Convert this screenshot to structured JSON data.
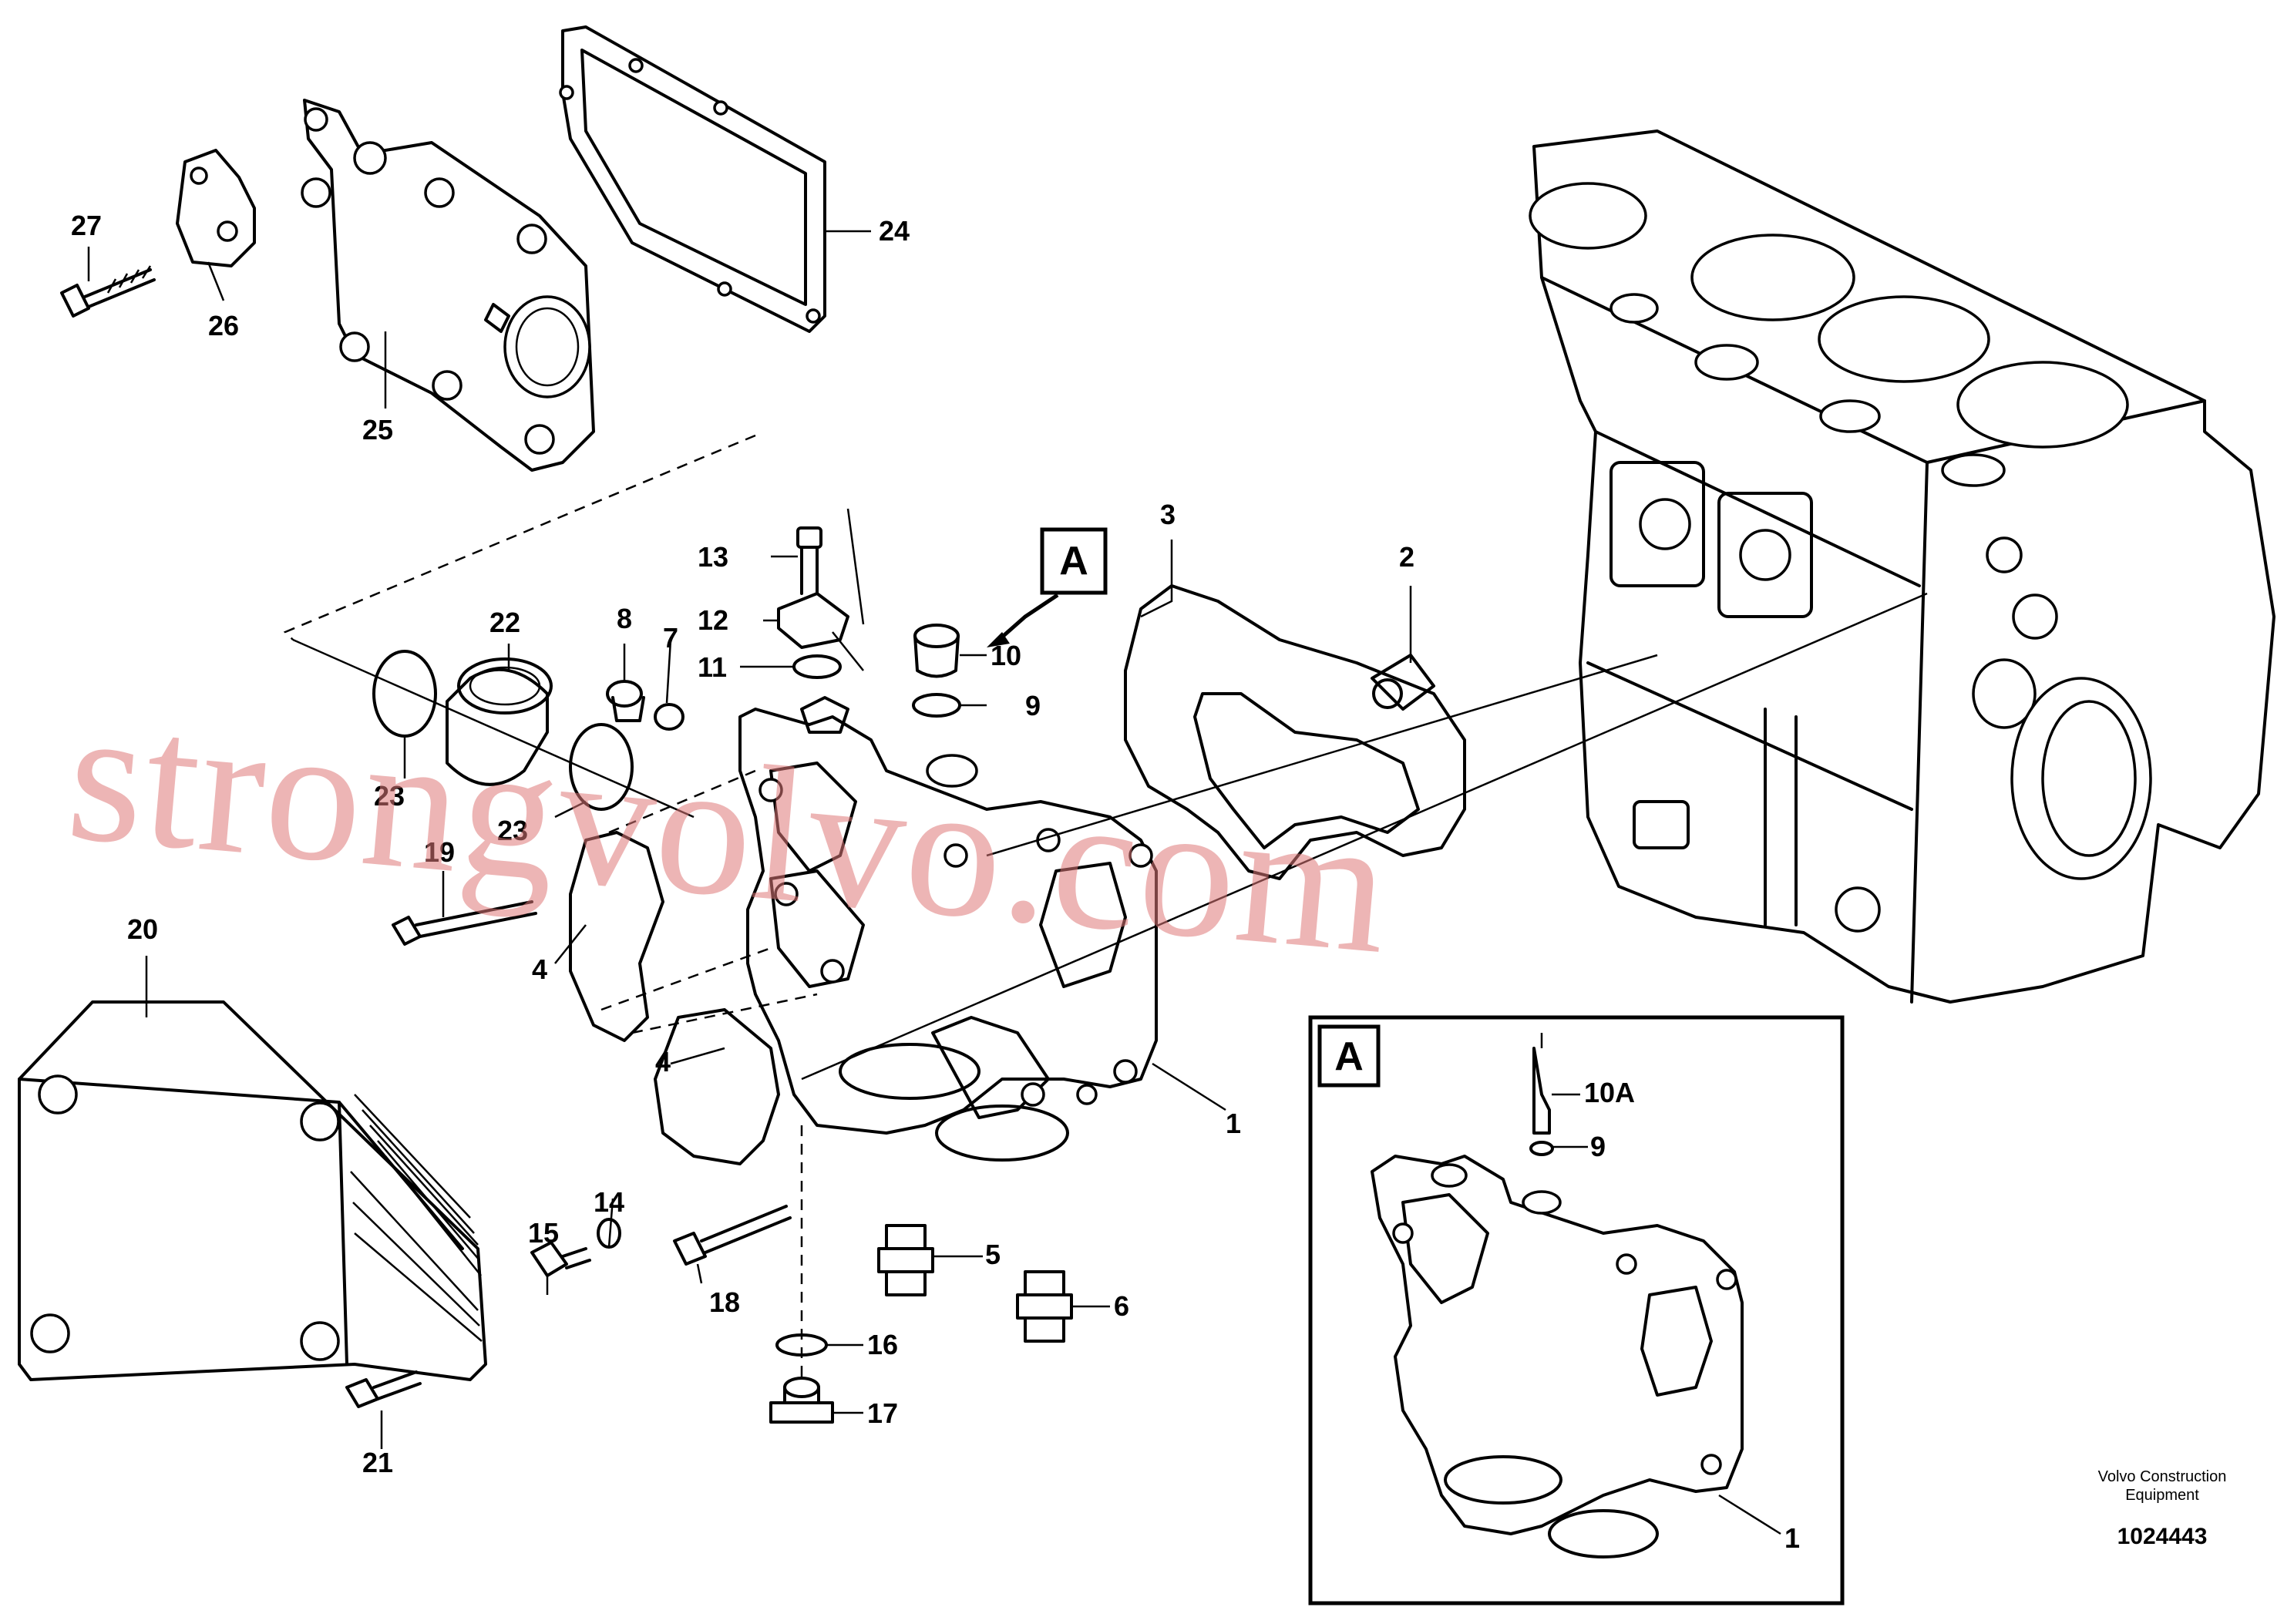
{
  "diagram": {
    "labels": {
      "p1": "1",
      "p2": "2",
      "p3": "3",
      "p4a": "4",
      "p4b": "4",
      "p5": "5",
      "p6": "6",
      "p7": "7",
      "p8": "8",
      "p9": "9",
      "p10": "10",
      "p11": "11",
      "p12": "12",
      "p13": "13",
      "p14": "14",
      "p15": "15",
      "p16": "16",
      "p17": "17",
      "p18": "18",
      "p19": "19",
      "p20": "20",
      "p21": "21",
      "p22": "22",
      "p23a": "23",
      "p23b": "23",
      "p24": "24",
      "p25": "25",
      "p26": "26",
      "p27": "27"
    },
    "callout_tag": "A",
    "detail": {
      "tag": "A",
      "label_10a": "10A",
      "label_9": "9",
      "label_1": "1"
    },
    "watermark": "strongvolvo.com",
    "credit_line1": "Volvo Construction",
    "credit_line2": "Equipment",
    "drawing_number": "1024443"
  }
}
